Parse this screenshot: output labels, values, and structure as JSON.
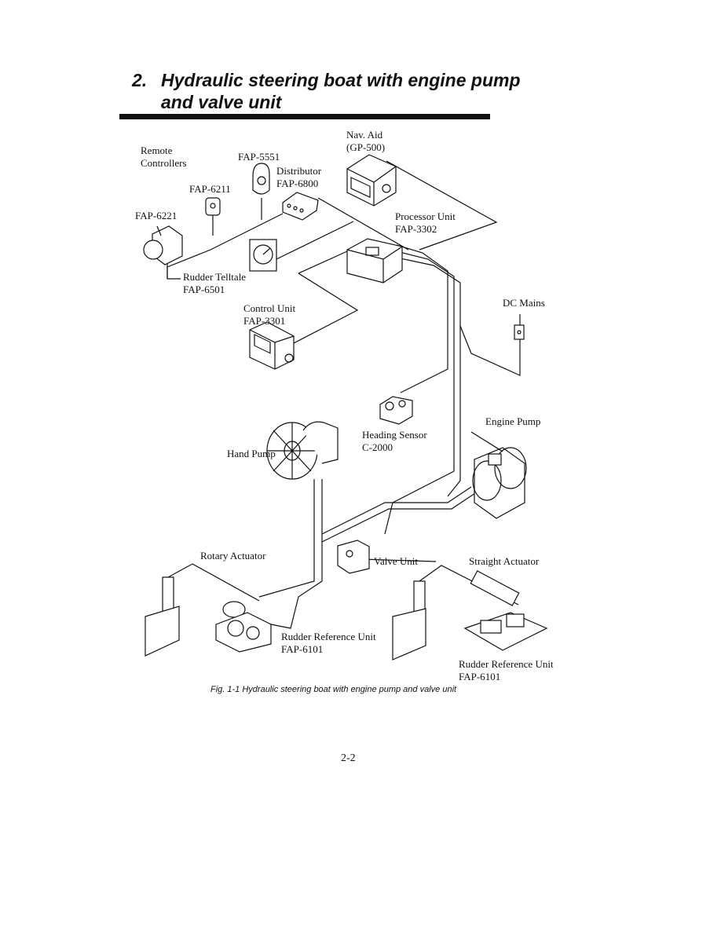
{
  "section": {
    "number": "2.",
    "title_line1": "Hydraulic steering boat with engine pump",
    "title_line2": "and valve unit"
  },
  "labels": {
    "remote_controllers_1": "Remote",
    "remote_controllers_2": "Controllers",
    "fap5551": "FAP-5551",
    "distributor_1": "Distributor",
    "distributor_2": "FAP-6800",
    "fap6211": "FAP-6211",
    "fap6221": "FAP-6221",
    "nav_aid_1": "Nav. Aid",
    "nav_aid_2": "(GP-500)",
    "processor_1": "Processor Unit",
    "processor_2": "FAP-3302",
    "telltale_1": "Rudder Telltale",
    "telltale_2": "FAP-6501",
    "dc_mains": "DC Mains",
    "control_1": "Control Unit",
    "control_2": "FAP-3301",
    "heading_1": "Heading Sensor",
    "heading_2": "C-2000",
    "engine_pump": "Engine Pump",
    "hand_pump": "Hand Pump",
    "rotary_actuator": "Rotary Actuator",
    "valve_unit": "Valve Unit",
    "straight_actuator": "Straight Actuator",
    "rru_left_1": "Rudder Reference Unit",
    "rru_left_2": "FAP-6101",
    "rru_right_1": "Rudder Reference Unit",
    "rru_right_2": "FAP-6101"
  },
  "caption": "Fig. 1-1  Hydraulic steering boat with engine pump and valve unit",
  "page_number": "2-2"
}
